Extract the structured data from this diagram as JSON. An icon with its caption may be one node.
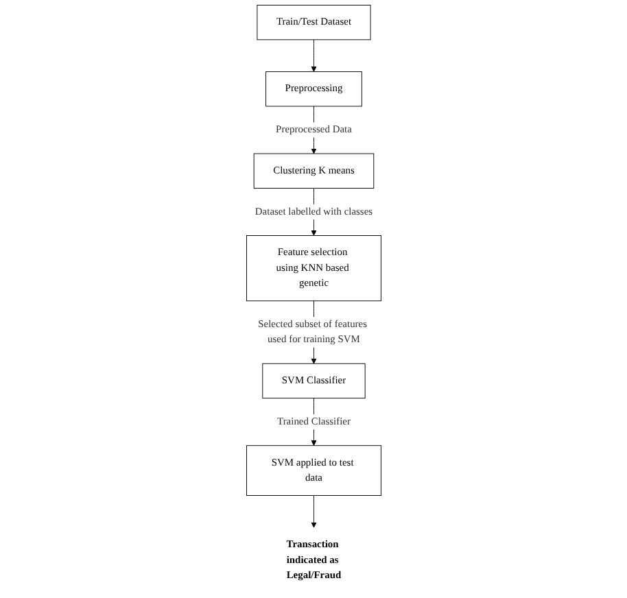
{
  "diagram": {
    "nodes": [
      {
        "text": [
          "Train/Test Dataset"
        ]
      },
      {
        "text": [
          "Preprocessing"
        ]
      },
      {
        "text": [
          "Clustering K means"
        ]
      },
      {
        "text": [
          "Feature selection using KNN based genetic"
        ]
      },
      {
        "text": [
          "SVM Classifier"
        ]
      },
      {
        "text": [
          "SVM applied to test data"
        ]
      },
      {
        "text": [
          "Transaction indicated as Legal/Fraud"
        ]
      }
    ],
    "edges": [
      {
        "from": 0,
        "to": 1,
        "arrow": "to"
      },
      {
        "from": 1,
        "to": 2,
        "arrow": "to",
        "label": "Preprocessed Data"
      },
      {
        "from": 2,
        "to": 3,
        "arrow": "to",
        "label": "Dataset labelled with classes"
      },
      {
        "from": 3,
        "to": 4,
        "arrow": "to",
        "label": "Selected subset of features used for training SVM"
      },
      {
        "from": 4,
        "to": 5,
        "arrow": "to",
        "label": "Trained Classifier"
      },
      {
        "from": 5,
        "to": 6,
        "arrow": "to"
      }
    ]
  }
}
